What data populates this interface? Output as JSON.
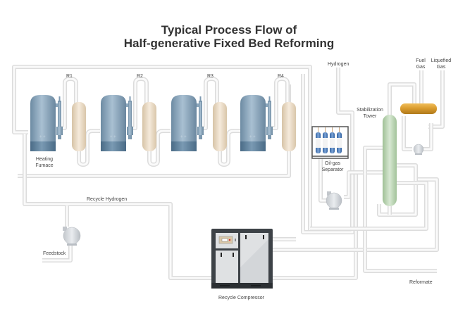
{
  "title": {
    "line1": "Typical Process Flow of",
    "line2": "Half-generative Fixed Bed Reforming"
  },
  "reactors": [
    {
      "label": "R1"
    },
    {
      "label": "R2"
    },
    {
      "label": "R3"
    },
    {
      "label": "R4"
    }
  ],
  "labels": {
    "heating_furnace_1": "Heating",
    "heating_furnace_2": "Fumace",
    "hydrogen": "Hydrogen",
    "fuel_gas_1": "Fuel",
    "fuel_gas_2": "Gas",
    "liquefied_gas_1": "Liquefied",
    "liquefied_gas_2": "Gas",
    "stabilization_tower_1": "Stabilization",
    "stabilization_tower_2": "Tower",
    "oil_gas_separator_1": "Oil-gas",
    "oil_gas_separator_2": "Separator",
    "recycle_hydrogen": "Recycle Hydrogen",
    "feedstock": "Feedstock",
    "recycle_compressor": "Recycle Compressor",
    "reformate": "Reformate"
  },
  "colors": {
    "furnace": "#7f9db5",
    "reactor": "#e8d8c0",
    "tower": "#b7d1b0",
    "drum": "#d79a2a",
    "pipe": "#dcdcdc",
    "compressor": "#3d4247"
  }
}
